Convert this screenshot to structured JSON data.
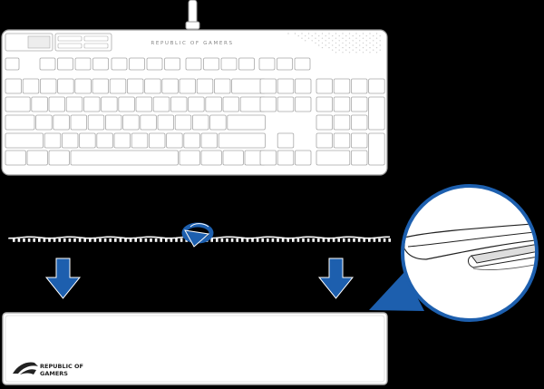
{
  "keyboard": {
    "brand_text": "REPUBLIC OF GAMERS",
    "colors": {
      "body_fill": "#ffffff",
      "outline": "#9a9a9a",
      "key_outline": "#a9a9a9",
      "cable": "#ffffff"
    }
  },
  "wrist_rest": {
    "logo_line1": "REPUBLIC OF",
    "logo_line2": "GAMERS",
    "logo_icon": "rog-eye-icon",
    "colors": {
      "fill": "#ffffff",
      "border": "#b3b3b3"
    }
  },
  "arrows": {
    "left": "arrow-down-icon",
    "right": "arrow-down-icon",
    "center": "rotate-flip-icon",
    "color": "#1d5fae"
  },
  "callout": {
    "icon": "magnifier-callout",
    "border_color": "#1d5fae",
    "fill": "#ffffff"
  }
}
